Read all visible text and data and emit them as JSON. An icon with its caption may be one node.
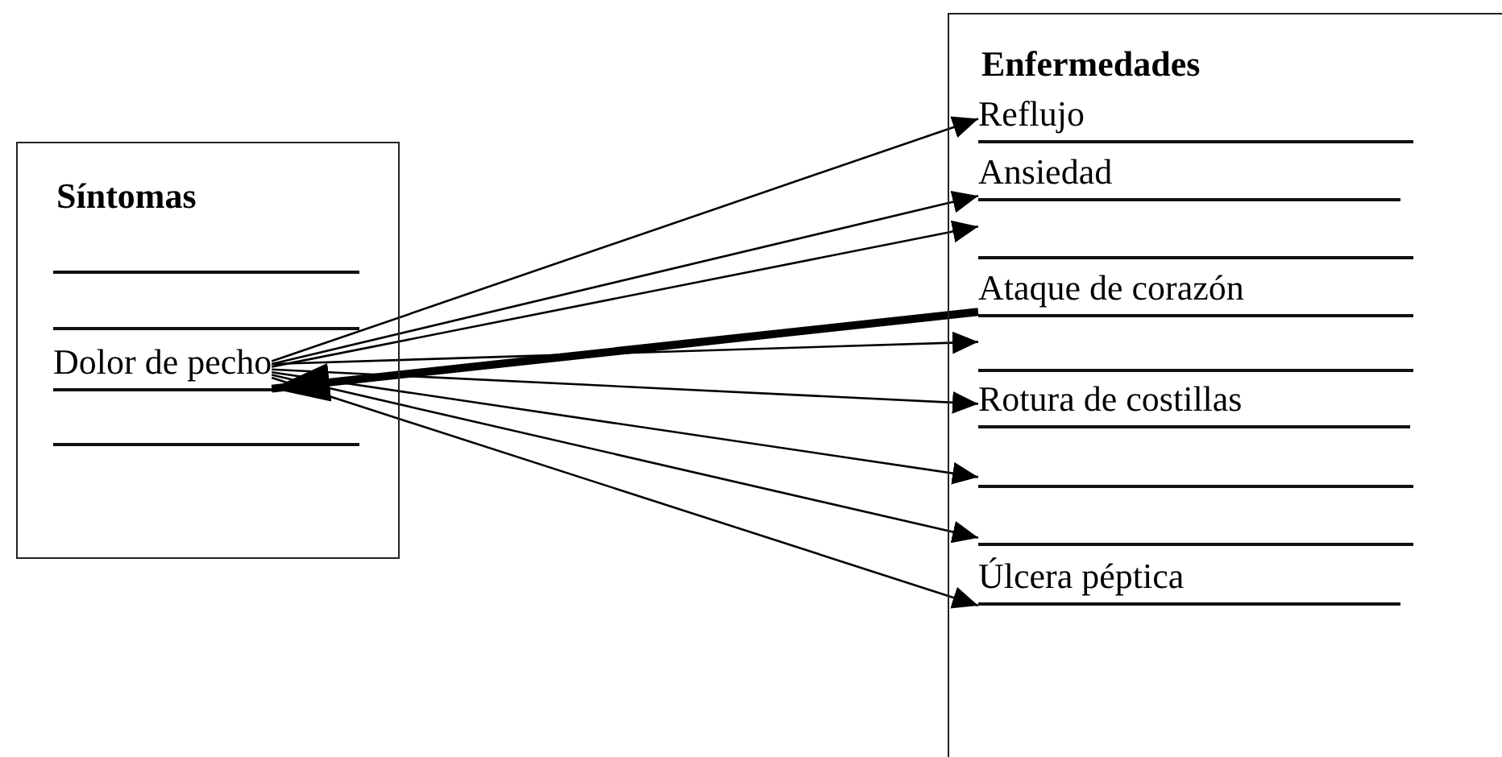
{
  "diagram": {
    "nodes": [
      {
        "text": [
          "Síntomas"
        ]
      },
      {
        "text": [
          "Dolor de pecho"
        ],
        "in": 0
      },
      {
        "text": [
          "Enfermedades"
        ]
      },
      {
        "text": [
          "Reflujo"
        ],
        "in": 2
      },
      {
        "text": [
          "Ansiedad"
        ],
        "in": 2
      },
      {
        "text": [],
        "shape": "line",
        "in": 2
      },
      {
        "text": [
          "Ataque de corazón"
        ],
        "in": 2
      },
      {
        "text": [],
        "shape": "line",
        "in": 2
      },
      {
        "text": [
          "Rotura de costillas"
        ],
        "in": 2
      },
      {
        "text": [],
        "shape": "line",
        "in": 2
      },
      {
        "text": [],
        "shape": "line",
        "in": 2
      },
      {
        "text": [
          "Úlcera péptica"
        ],
        "in": 2
      }
    ],
    "edges": [
      {
        "from": 1,
        "to": 3,
        "arrow": "to"
      },
      {
        "from": 1,
        "to": 4,
        "arrow": "to"
      },
      {
        "from": 1,
        "to": 5,
        "arrow": "to"
      },
      {
        "from": 1,
        "to": 7,
        "arrow": "to"
      },
      {
        "from": 1,
        "to": 8,
        "arrow": "to"
      },
      {
        "from": 1,
        "to": 9,
        "arrow": "to"
      },
      {
        "from": 1,
        "to": 10,
        "arrow": "to"
      },
      {
        "from": 1,
        "to": 11,
        "arrow": "to"
      },
      {
        "from": 6,
        "to": 1,
        "arrow": "to",
        "style": "thick"
      }
    ]
  }
}
